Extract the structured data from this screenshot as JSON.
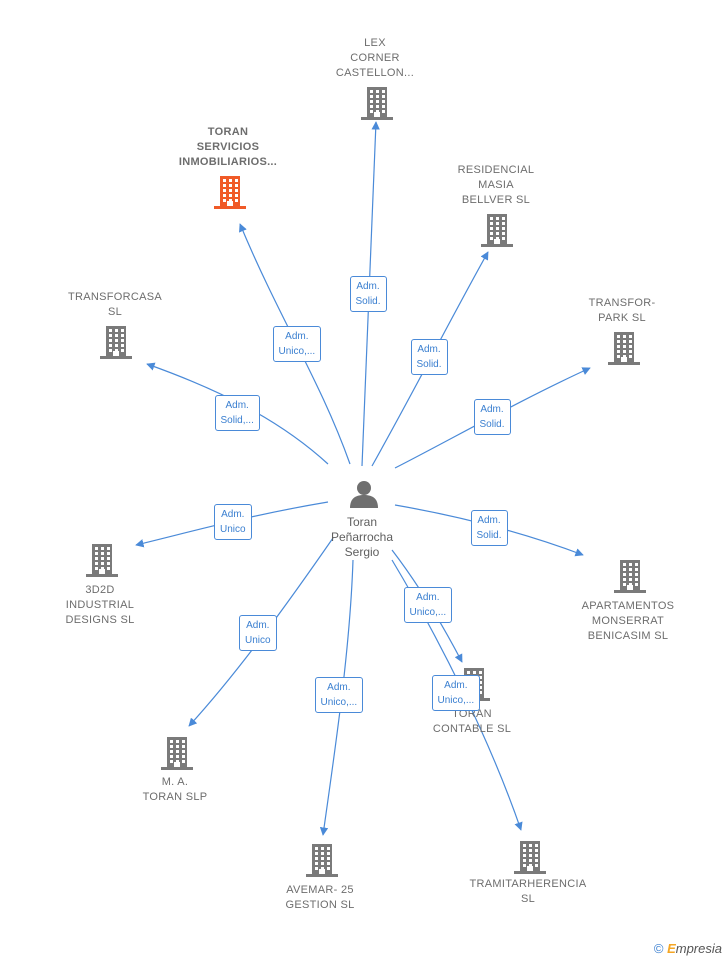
{
  "center": {
    "name": "Toran\nPeñarrocha\nSergio",
    "icon": "person-icon"
  },
  "colors": {
    "edge": "#4a8ad8",
    "building": "#7a7a7a",
    "highlight": "#f05a28"
  },
  "companies": [
    {
      "id": "lex",
      "name": "LEX\nCORNER\nCASTELLON...",
      "role": "Adm.\nSolid.",
      "highlight": false
    },
    {
      "id": "toran-servicios",
      "name": "TORAN\nSERVICIOS\nINMOBILIARIOS...",
      "role": "Adm.\nUnico,...",
      "highlight": true
    },
    {
      "id": "residencial",
      "name": "RESIDENCIAL\nMASIA\nBELLVER  SL",
      "role": "Adm.\nSolid.",
      "highlight": false
    },
    {
      "id": "transforcasa",
      "name": "TRANSFORCASA\nSL",
      "role": "Adm.\nSolid,...",
      "highlight": false
    },
    {
      "id": "transforpark",
      "name": "TRANSFOR-\nPARK  SL",
      "role": "Adm.\nSolid.",
      "highlight": false
    },
    {
      "id": "3d2d",
      "name": "3D2D\nINDUSTRIAL\nDESIGNS  SL",
      "role": "Adm.\nUnico",
      "highlight": false
    },
    {
      "id": "apartamentos",
      "name": "APARTAMENTOS\nMONSERRAT\nBENICASIM  SL",
      "role": "Adm.\nSolid.",
      "highlight": false
    },
    {
      "id": "ma-toran",
      "name": "M. A.\nTORAN  SLP",
      "role": "Adm.\nUnico",
      "highlight": false
    },
    {
      "id": "toran-contable",
      "name": "TORAN\nCONTABLE  SL",
      "role": "Adm.\nUnico,...",
      "highlight": false
    },
    {
      "id": "avemar",
      "name": "AVEMAR- 25\nGESTION  SL",
      "role": "Adm.\nUnico,...",
      "highlight": false
    },
    {
      "id": "tramitar",
      "name": "TRAMITARHERENCIA\nSL",
      "role": "Adm.\nUnico,...",
      "highlight": false
    }
  ],
  "footer": {
    "copyright_symbol": "©",
    "brand_first": "E",
    "brand_rest": "mpresia"
  }
}
